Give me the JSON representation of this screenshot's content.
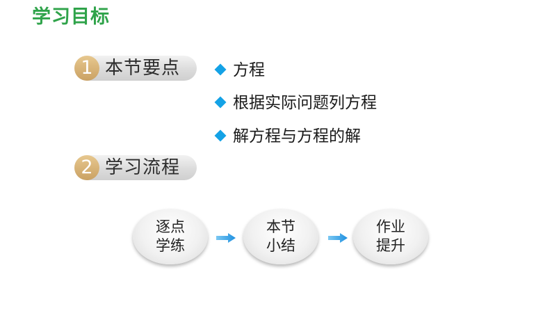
{
  "title": "学习目标",
  "sections": [
    {
      "num": "1",
      "label": "本节要点"
    },
    {
      "num": "2",
      "label": "学习流程"
    }
  ],
  "key_points": [
    "方程",
    "根据实际问题列方程",
    "解方程与方程的解"
  ],
  "flow": [
    "逐点学练",
    "本节小结",
    "作业提升"
  ],
  "colors": {
    "title": "#2fa34a",
    "bullet": "#14a2e6",
    "badge": "#caa163",
    "arrow": "#1e90e0"
  }
}
